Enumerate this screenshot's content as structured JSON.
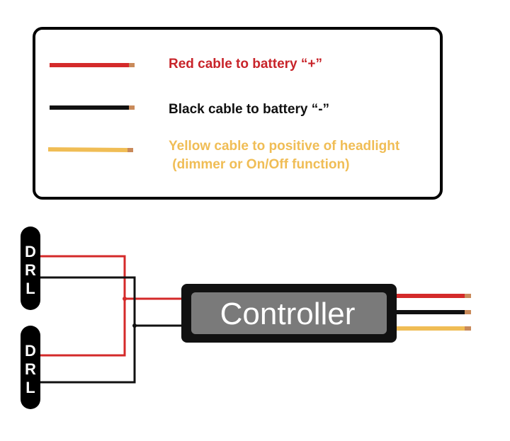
{
  "legend": {
    "items": [
      {
        "label": "Red cable to battery “+”",
        "color": "#d42a2a",
        "text_color": "#c8242a"
      },
      {
        "label": "Black cable to battery “-”",
        "color": "#111111",
        "text_color": "#111111"
      },
      {
        "label": "Yellow cable to positive of headlight",
        "label_line2": " (dimmer or On/Off function)",
        "color": "#f0bd55",
        "text_color": "#f0bd55"
      }
    ]
  },
  "drl_units": [
    {
      "letters": [
        "D",
        "R",
        "L"
      ]
    },
    {
      "letters": [
        "D",
        "R",
        "L"
      ]
    }
  ],
  "controller": {
    "label": "Controller"
  },
  "colors": {
    "red": "#d42a2a",
    "black": "#111111",
    "yellow": "#f0bd55",
    "copper": "#c98a5a",
    "controller_body": "#111111",
    "controller_panel": "#7a7a7a"
  }
}
